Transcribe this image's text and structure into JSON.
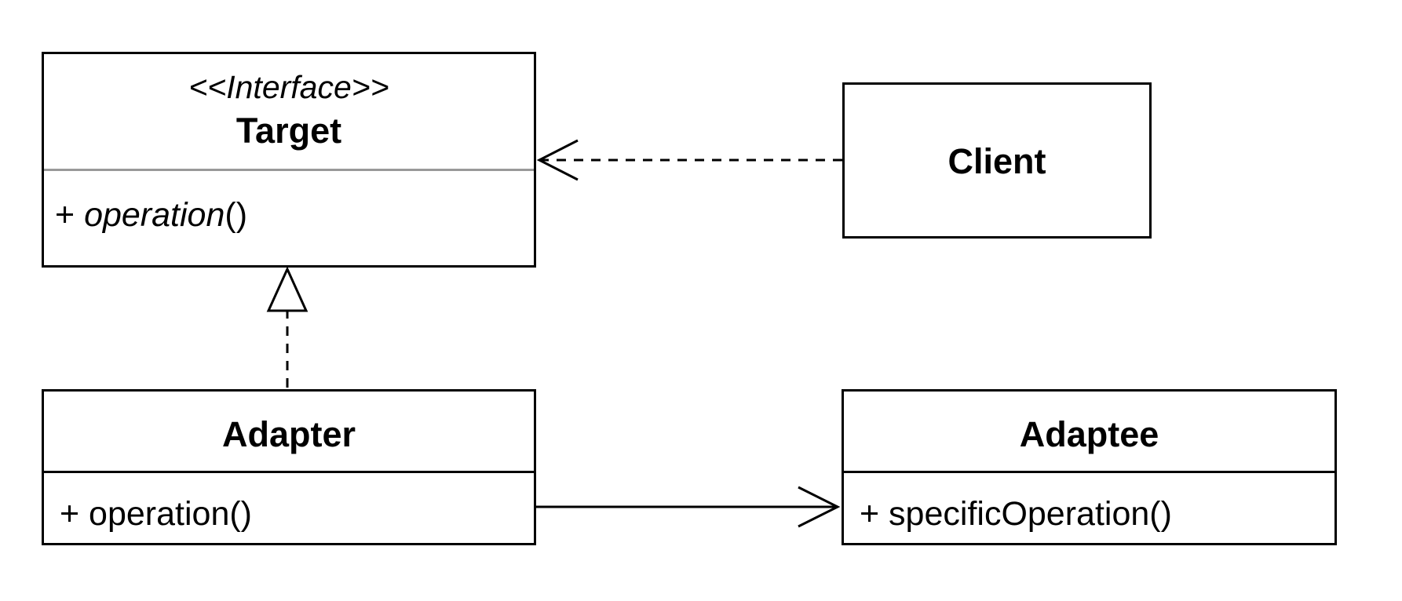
{
  "target": {
    "stereotype": "<<Interface>>",
    "name": "Target",
    "member_prefix": "+ ",
    "member_name": "operation",
    "member_suffix": "()"
  },
  "client": {
    "name": "Client"
  },
  "adapter": {
    "name": "Adapter",
    "member": "+ operation()"
  },
  "adaptee": {
    "name": "Adaptee",
    "member": "+ specificOperation()"
  },
  "colors": {
    "stroke": "#000000",
    "divider_gray": "#999999",
    "background": "#ffffff"
  }
}
